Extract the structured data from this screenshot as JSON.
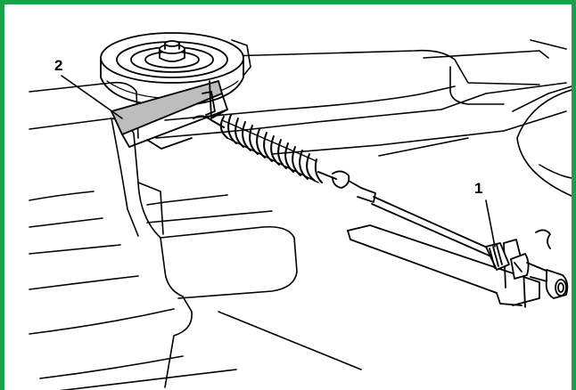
{
  "figure": {
    "border_color": "#1aa34a",
    "callouts": [
      {
        "label": "1",
        "part": "spring-adjustment-nut"
      },
      {
        "label": "2",
        "part": "belt-tension-pulley-arm"
      }
    ]
  }
}
